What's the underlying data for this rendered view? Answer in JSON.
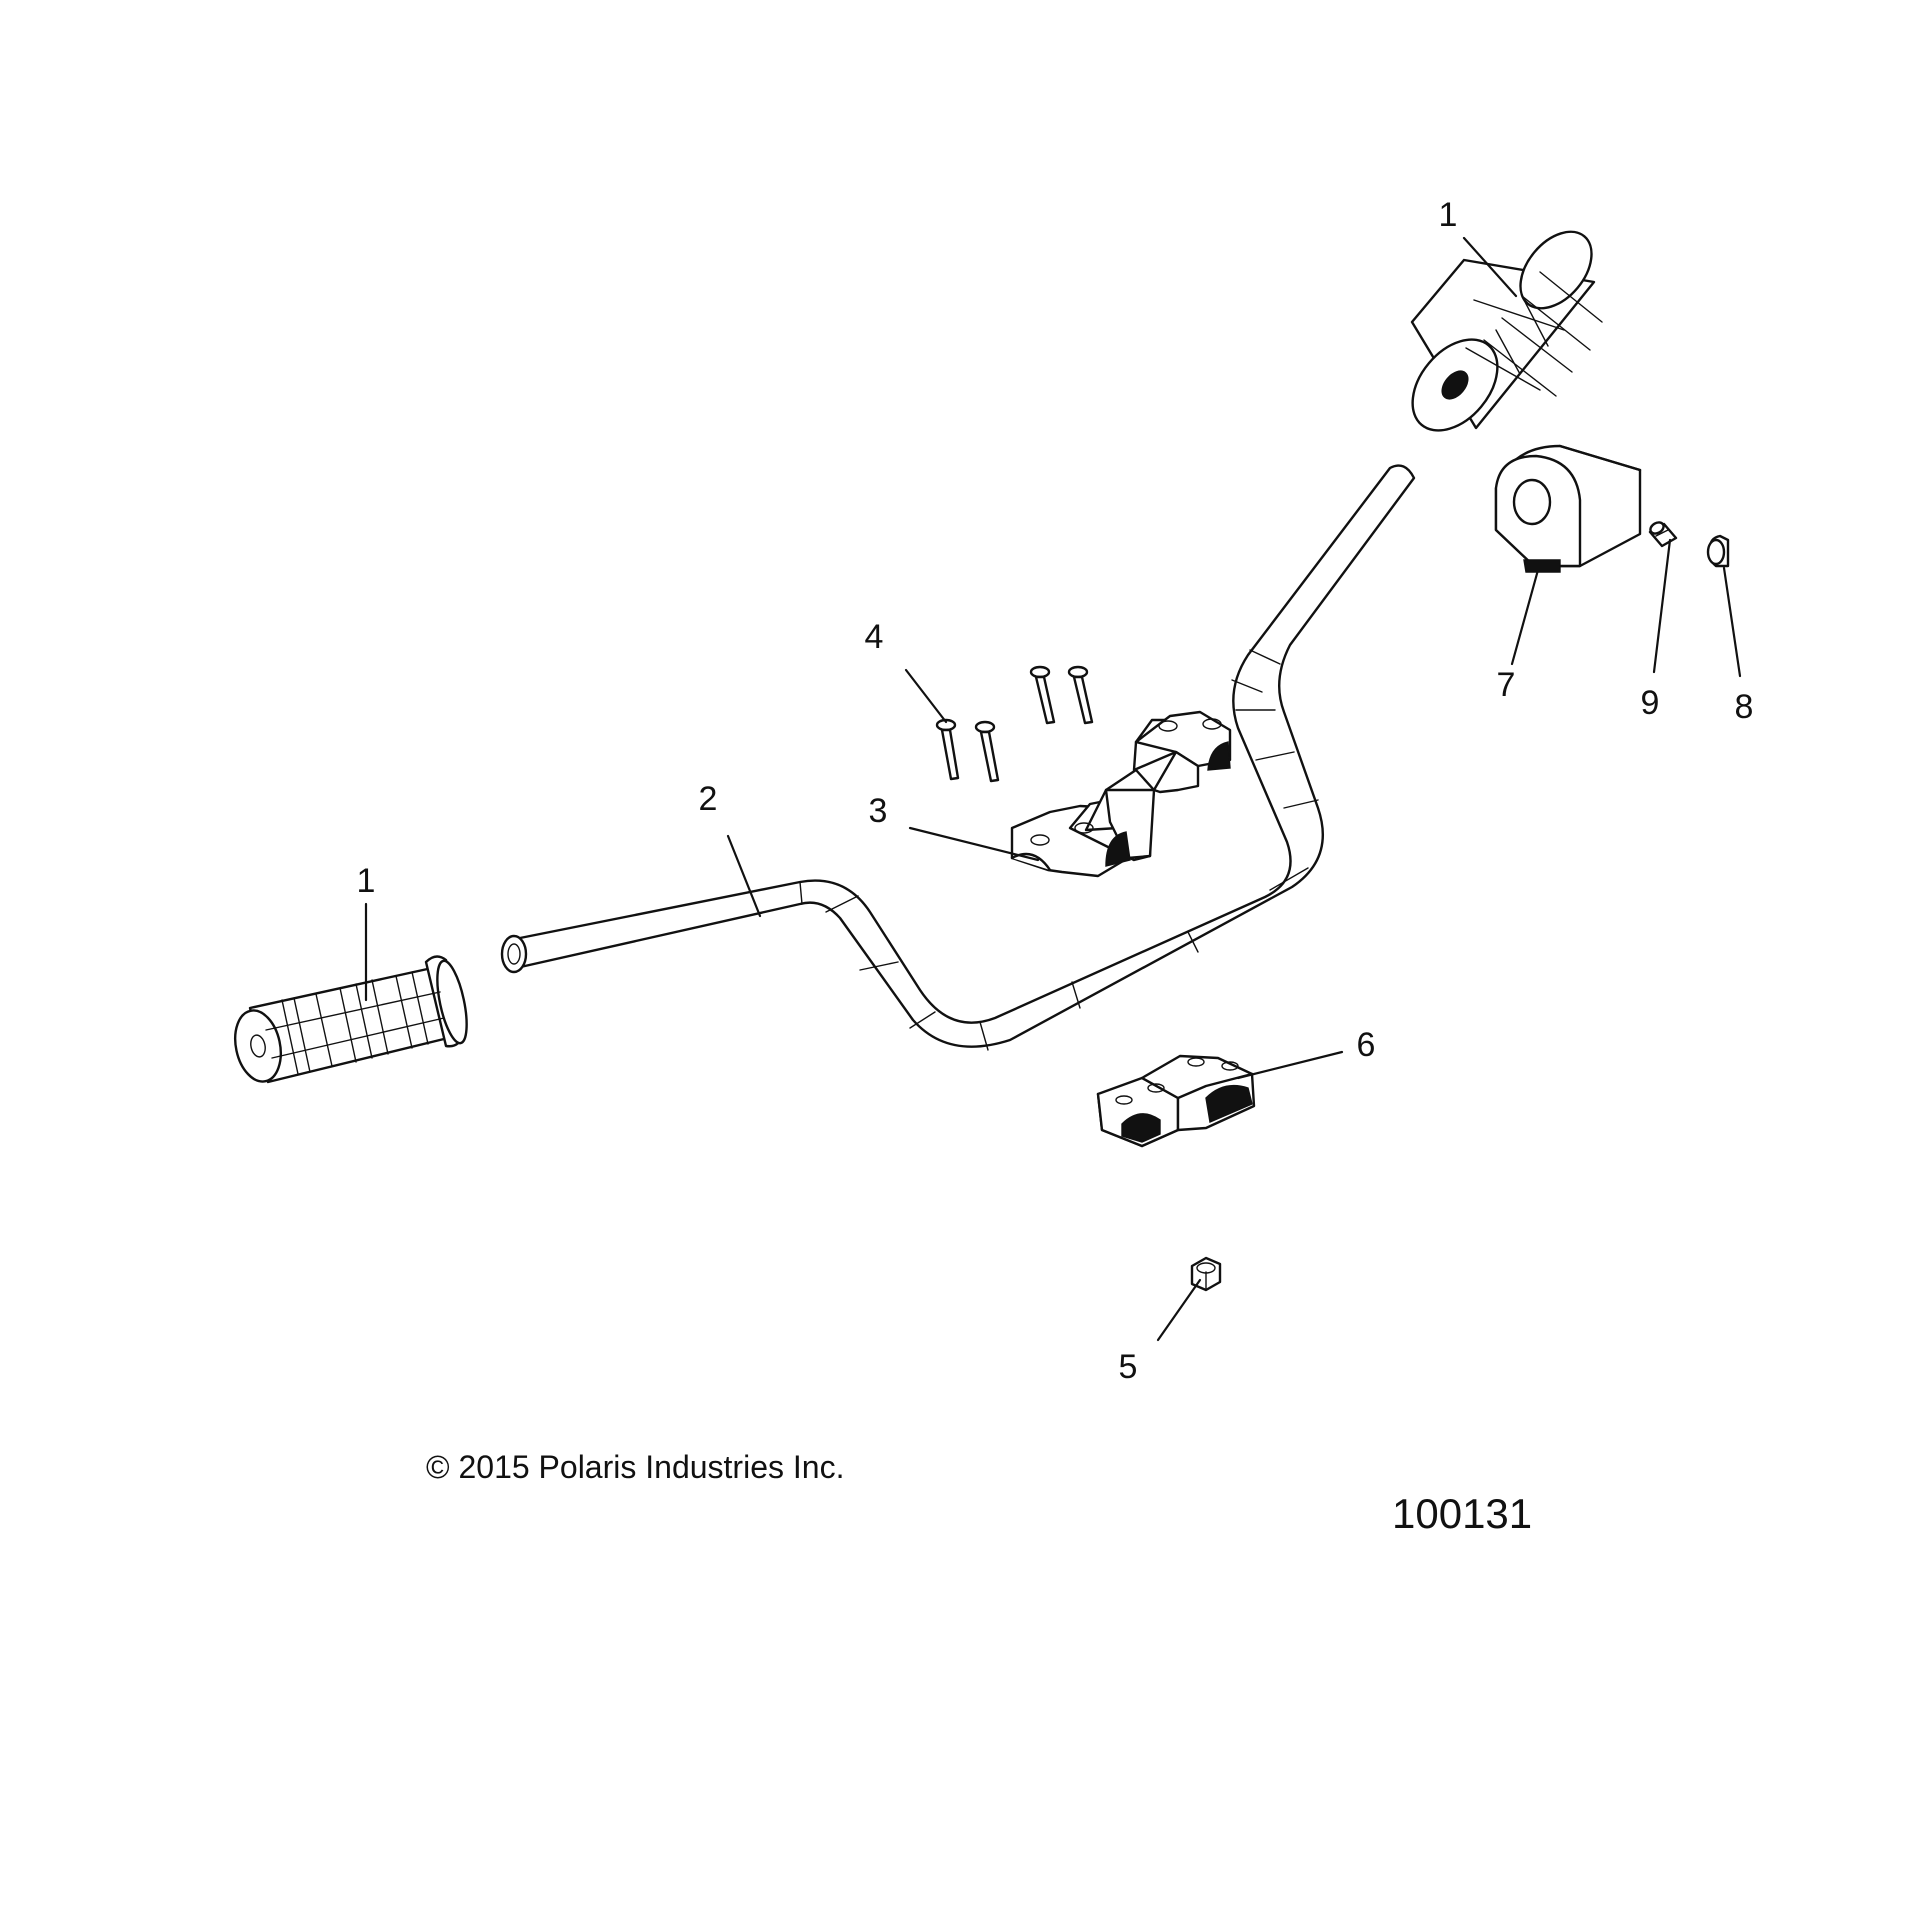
{
  "callouts": {
    "grip_left": "1",
    "grip_right": "1",
    "handlebar": "2",
    "upper_clamp": "3",
    "screws": "4",
    "nut": "5",
    "lower_clamp": "6",
    "switch_housing": "7",
    "end_cap": "8",
    "set_screw": "9"
  },
  "footer": {
    "copyright": "© 2015 Polaris Industries Inc.",
    "figure_number": "100131"
  }
}
